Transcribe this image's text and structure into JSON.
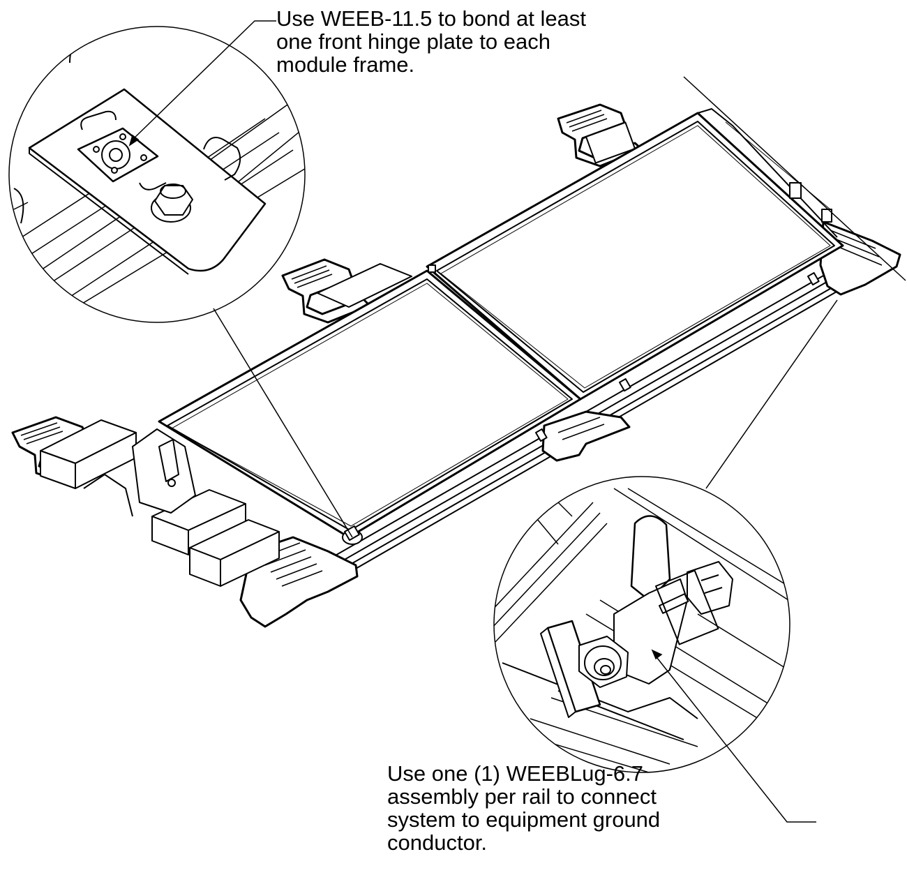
{
  "diagram": {
    "top_callout": {
      "lines": [
        "Use WEEB-11.5 to bond at least",
        "one front hinge plate to each",
        "module frame."
      ]
    },
    "bottom_callout": {
      "lines": [
        "Use one (1) WEEBLug-6.7",
        "assembly per rail to connect",
        "system to equipment ground",
        "conductor."
      ]
    },
    "colors": {
      "ink": "#000000",
      "paper": "#ffffff"
    }
  }
}
